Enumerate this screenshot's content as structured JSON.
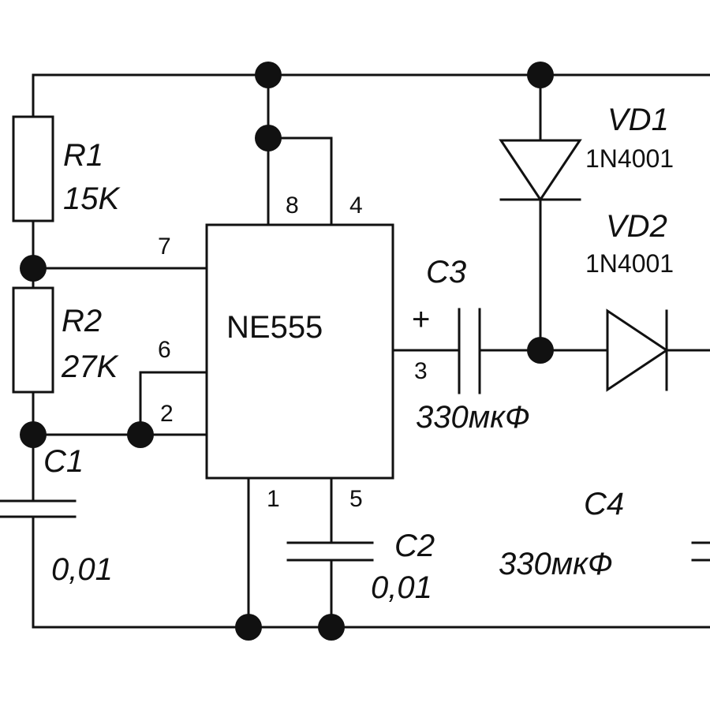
{
  "ic": {
    "name": "NE555"
  },
  "pins": {
    "p1": "1",
    "p2": "2",
    "p3": "3",
    "p4": "4",
    "p5": "5",
    "p6": "6",
    "p7": "7",
    "p8": "8"
  },
  "r1": {
    "ref": "R1",
    "value": "15K"
  },
  "r2": {
    "ref": "R2",
    "value": "27K"
  },
  "c1": {
    "ref": "C1",
    "value": "0,01"
  },
  "c2": {
    "ref": "C2",
    "value": "0,01"
  },
  "c3": {
    "ref": "C3",
    "value": "330мкФ",
    "polarity": "+"
  },
  "c4": {
    "ref": "C4",
    "value": "330мкФ"
  },
  "vd1": {
    "ref": "VD1",
    "part": "1N4001"
  },
  "vd2": {
    "ref": "VD2",
    "part": "1N4001"
  }
}
